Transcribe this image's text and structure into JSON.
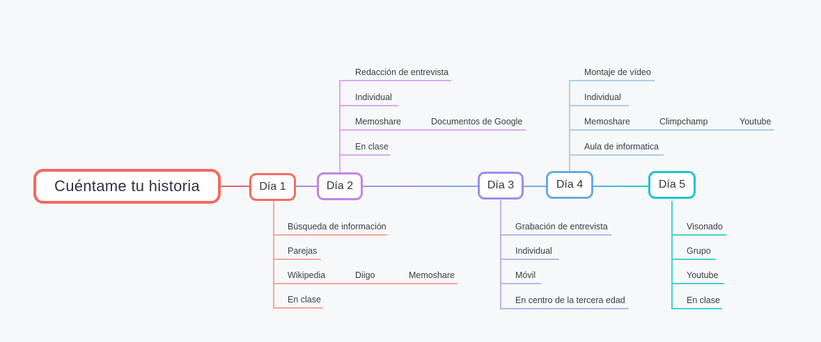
{
  "canvas": {
    "background": "#f7f8f9",
    "text_color": "#2f3240"
  },
  "root": {
    "label": "Cuéntame tu historia",
    "color": "#f4695f"
  },
  "days": [
    {
      "label": "Día 1",
      "color": "#f4695f",
      "branch_color": "#f5a59e",
      "branch_side": "below",
      "items": [
        [
          "Búsqueda de información"
        ],
        [
          "Parejas"
        ],
        [
          "Wikipedia",
          "Diigo",
          "Memoshare"
        ],
        [
          "En clase"
        ]
      ]
    },
    {
      "label": "Día 2",
      "color": "#c383e6",
      "branch_color": "#d8a8ea",
      "branch_side": "above",
      "items": [
        [
          "Redacción de entrevista"
        ],
        [
          "Individual"
        ],
        [
          "Memoshare",
          "Documentos de Google"
        ],
        [
          "En clase"
        ]
      ]
    },
    {
      "label": "Día 3",
      "color": "#998ff0",
      "branch_color": "#b9b4ef",
      "branch_side": "below",
      "items": [
        [
          "Grabación de entrevista"
        ],
        [
          "Individual"
        ],
        [
          "Móvil"
        ],
        [
          "En centro de la tercera edad"
        ]
      ]
    },
    {
      "label": "Día 4",
      "color": "#66a9e6",
      "branch_color": "#a8ceef",
      "branch_side": "above",
      "items": [
        [
          "Montaje de vídeo"
        ],
        [
          "Individual"
        ],
        [
          "Memoshare",
          "Climpchamp",
          "Youtube"
        ],
        [
          "Aula de informatica"
        ]
      ]
    },
    {
      "label": "Día 5",
      "color": "#1ec4c8",
      "branch_color": "#44d1d4",
      "branch_side": "below",
      "items": [
        [
          "Visonado"
        ],
        [
          "Grupo"
        ],
        [
          "Youtube"
        ],
        [
          "En clase"
        ]
      ]
    }
  ]
}
